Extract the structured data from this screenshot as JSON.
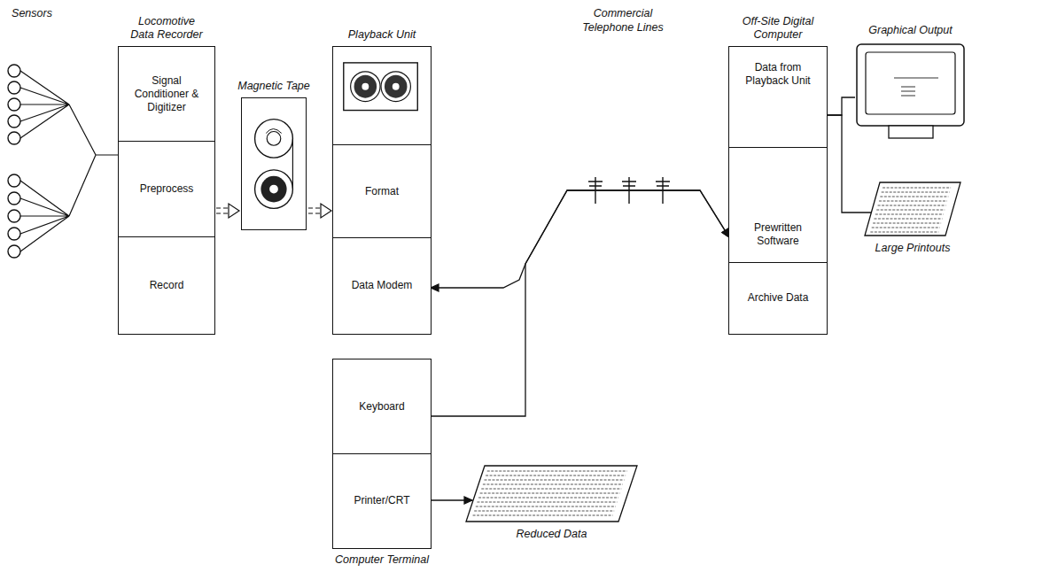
{
  "diagram": {
    "nodes": [
      {
        "text": [
          "Locomotive Data Recorder"
        ]
      },
      {
        "text": [
          "Signal Conditioner & Digitizer"
        ],
        "in": 0
      },
      {
        "text": [
          "Preprocess"
        ],
        "in": 0
      },
      {
        "text": [
          "Record"
        ],
        "in": 0
      },
      {
        "text": [
          "Magnetic Tape"
        ]
      },
      {
        "text": [
          "Playback Unit"
        ]
      },
      {
        "text": [
          "Format"
        ],
        "in": 5
      },
      {
        "text": [
          "Data Modem"
        ],
        "in": 5
      },
      {
        "text": [
          "Computer Terminal"
        ]
      },
      {
        "text": [
          "Keyboard"
        ],
        "in": 8
      },
      {
        "text": [
          "Printer/CRT"
        ],
        "in": 8
      },
      {
        "text": [
          "Reduced Data"
        ]
      },
      {
        "text": [
          "Off-Site Digital Computer"
        ]
      },
      {
        "text": [
          "Data from Playback Unit"
        ],
        "in": 12
      },
      {
        "text": [
          "Prewritten Software"
        ],
        "in": 12
      },
      {
        "text": [
          "Archive Data"
        ],
        "in": 12
      },
      {
        "text": [
          "Graphical Output"
        ]
      },
      {
        "text": [
          "Large Printouts"
        ]
      }
    ],
    "edges": [
      {
        "from": 2,
        "to": 4,
        "arrow": "to"
      },
      {
        "from": 4,
        "to": 6,
        "arrow": "to"
      },
      {
        "from": 7,
        "to": 14,
        "arrow": "both"
      },
      {
        "from": 9,
        "to": 14,
        "arrow": "to"
      },
      {
        "from": 10,
        "to": 11,
        "arrow": "to"
      },
      {
        "from": 12,
        "to": 16,
        "arrow": "none"
      },
      {
        "from": 12,
        "to": 17,
        "arrow": "none"
      }
    ],
    "labels": [
      "Sensors",
      "Commercial Telephone Lines"
    ]
  }
}
